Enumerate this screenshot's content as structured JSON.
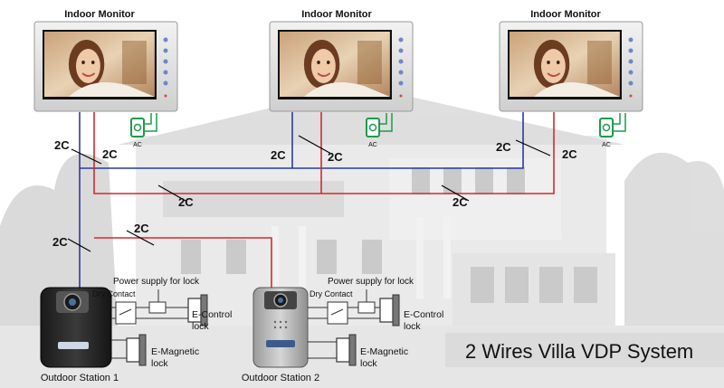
{
  "monitors": [
    {
      "label": "Indoor Monitor",
      "power": "AC"
    },
    {
      "label": "Indoor Monitor",
      "power": "AC"
    },
    {
      "label": "Indoor Monitor",
      "power": "AC"
    }
  ],
  "cable_label": "2C",
  "stations": [
    {
      "label": "Outdoor Station 1",
      "dry_contact": "Dry Contact",
      "power_supply": "Power supply for lock",
      "control_lock": [
        "E-Control",
        "lock"
      ],
      "magnetic_lock": [
        "E-Magnetic",
        "lock"
      ]
    },
    {
      "label": "Outdoor Station 2",
      "dry_contact": "Dry Contact",
      "power_supply": "Power supply for lock",
      "control_lock": [
        "E-Control",
        "lock"
      ],
      "magnetic_lock": [
        "E-Magnetic",
        "lock"
      ]
    }
  ],
  "system_title": "2 Wires Villa VDP System",
  "colors": {
    "blue_wire": "#2b3a9a",
    "red_wire": "#d42a2a",
    "ac_adapter": "#1f9a4a",
    "title_band": "#d9d9d9"
  }
}
